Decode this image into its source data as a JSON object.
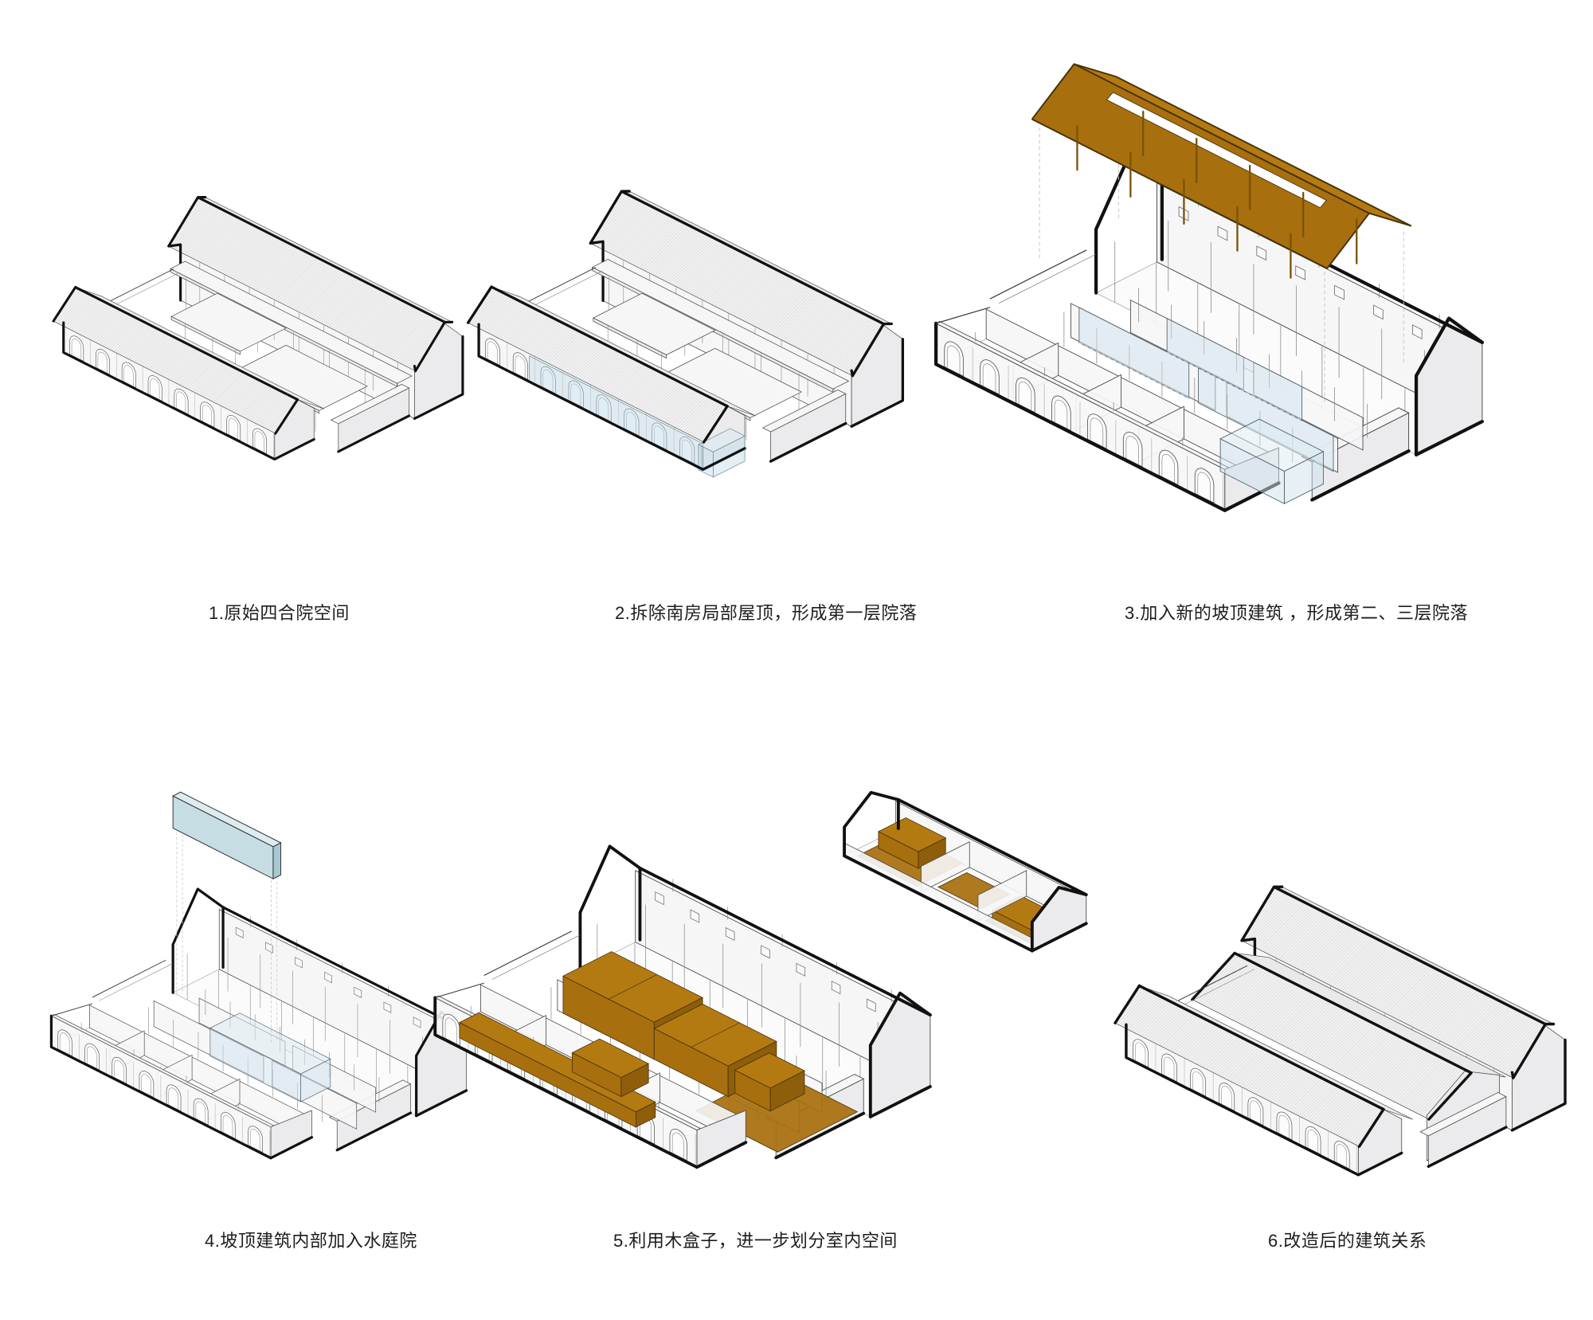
{
  "page": {
    "background": "#ffffff",
    "language": "zh-CN",
    "figure_type": "axonometric renovation step diagram"
  },
  "steps": [
    {
      "id": 1,
      "caption": "1.原始四合院空间"
    },
    {
      "id": 2,
      "caption": "2.拆除南房局部屋顶，形成第一层院落"
    },
    {
      "id": 3,
      "caption": "3.加入新的坡顶建筑 ，形成第二、三层院落"
    },
    {
      "id": 4,
      "caption": "4.坡顶建筑内部加入水庭院"
    },
    {
      "id": 5,
      "caption": "5.利用木盒子，进一步划分室内空间"
    },
    {
      "id": 6,
      "caption": "6.改造后的建筑关系"
    }
  ],
  "palette": {
    "paper": "#ffffff",
    "line": "#4a4a4a",
    "outline": "#111111",
    "wall": "#f6f6f7",
    "wallSide": "#ebebed",
    "roof": "#f2f2f3",
    "roofLight": "#e9e9eb",
    "hatchLine": "#a9a9ad",
    "glassFill": "#cfe2ec",
    "glassStroke": "#53646e",
    "slabFront": "#c6dde4",
    "slabTop": "#ddecf0",
    "slabSide": "#a6c8d1",
    "woodTop": "#b47a12",
    "woodFront": "#a86f0e",
    "woodSide": "#8f5e0b",
    "woodStroke": "#46320a",
    "dash": "#c4c4c4"
  }
}
